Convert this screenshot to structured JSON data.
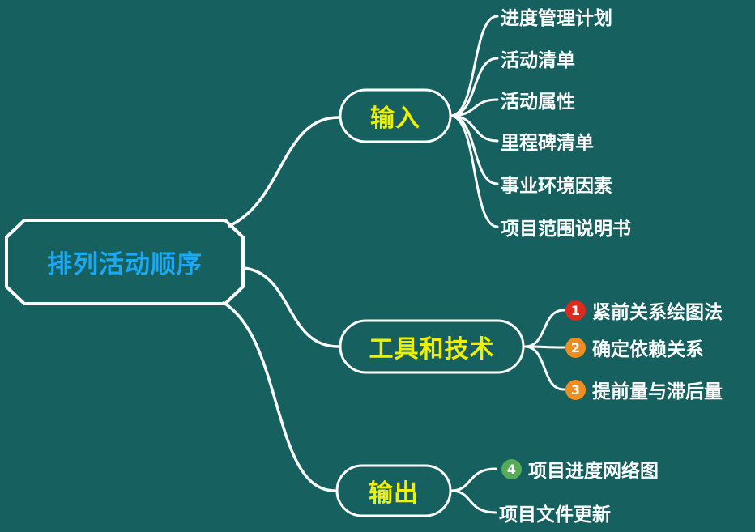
{
  "colors": {
    "background": "#16605f",
    "line": "#ffffff",
    "root_text": "#1aa9f2",
    "branch_text": "#efef00",
    "leaf_text": "#ffffff"
  },
  "root": {
    "label": "排列活动顺序"
  },
  "branches": [
    {
      "label": "输入",
      "children": [
        {
          "label": "进度管理计划"
        },
        {
          "label": "活动清单"
        },
        {
          "label": "活动属性"
        },
        {
          "label": "里程碑清单"
        },
        {
          "label": "事业环境因素"
        },
        {
          "label": "项目范围说明书"
        }
      ]
    },
    {
      "label": "工具和技术",
      "children": [
        {
          "badge": "1",
          "badge_color": "#dc2a1e",
          "label": "紧前关系绘图法"
        },
        {
          "badge": "2",
          "badge_color": "#ef8d1e",
          "label": "确定依赖关系"
        },
        {
          "badge": "3",
          "badge_color": "#ef8d1e",
          "label": "提前量与滞后量"
        }
      ]
    },
    {
      "label": "输出",
      "children": [
        {
          "badge": "4",
          "badge_color": "#57ad57",
          "label": "项目进度网络图"
        },
        {
          "label": "项目文件更新"
        }
      ]
    }
  ]
}
